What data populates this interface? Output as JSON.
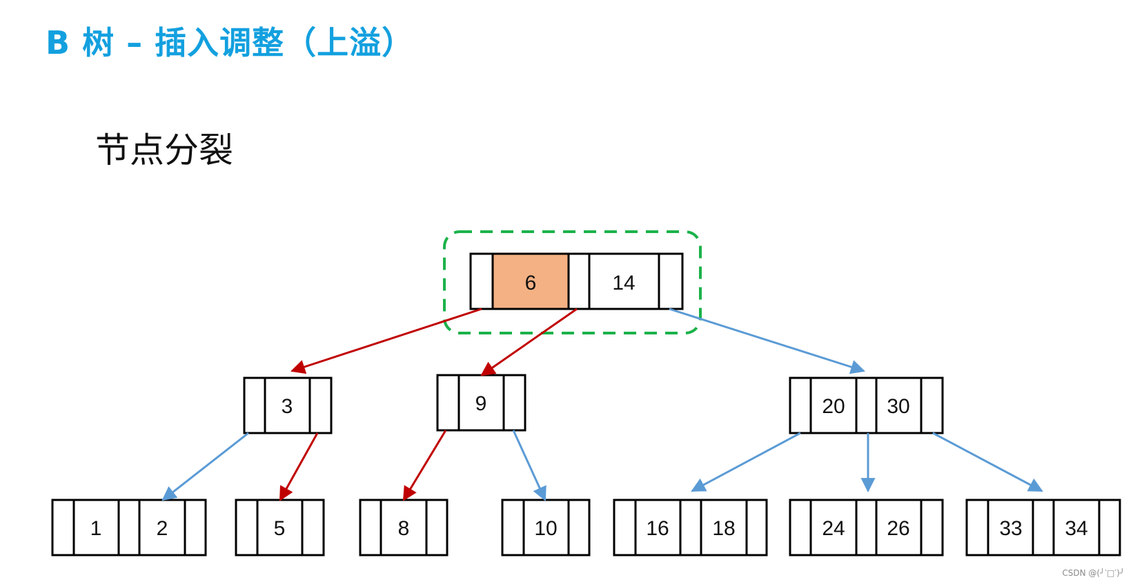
{
  "title": "B 树 – 插入调整（上溢）",
  "subtitle": "节点分裂",
  "watermark": "CSDN @(╯‵□′)╯",
  "colors": {
    "title": "#13a0df",
    "highlight_fill": "#f4b183",
    "dashed_frame": "#1bb24a",
    "red_arrow": "#c00000",
    "blue_arrow": "#5b9bd5",
    "node_border": "#000000"
  },
  "tree": {
    "root": {
      "keys": [
        "6",
        "14"
      ],
      "highlighted_key": "6"
    },
    "level1": [
      {
        "keys": [
          "3"
        ]
      },
      {
        "keys": [
          "9"
        ]
      },
      {
        "keys": [
          "20",
          "30"
        ]
      }
    ],
    "leaves": [
      {
        "keys": [
          "1",
          "2"
        ]
      },
      {
        "keys": [
          "5"
        ]
      },
      {
        "keys": [
          "8"
        ]
      },
      {
        "keys": [
          "10"
        ]
      },
      {
        "keys": [
          "16",
          "18"
        ]
      },
      {
        "keys": [
          "24",
          "26"
        ]
      },
      {
        "keys": [
          "33",
          "34"
        ]
      }
    ]
  }
}
